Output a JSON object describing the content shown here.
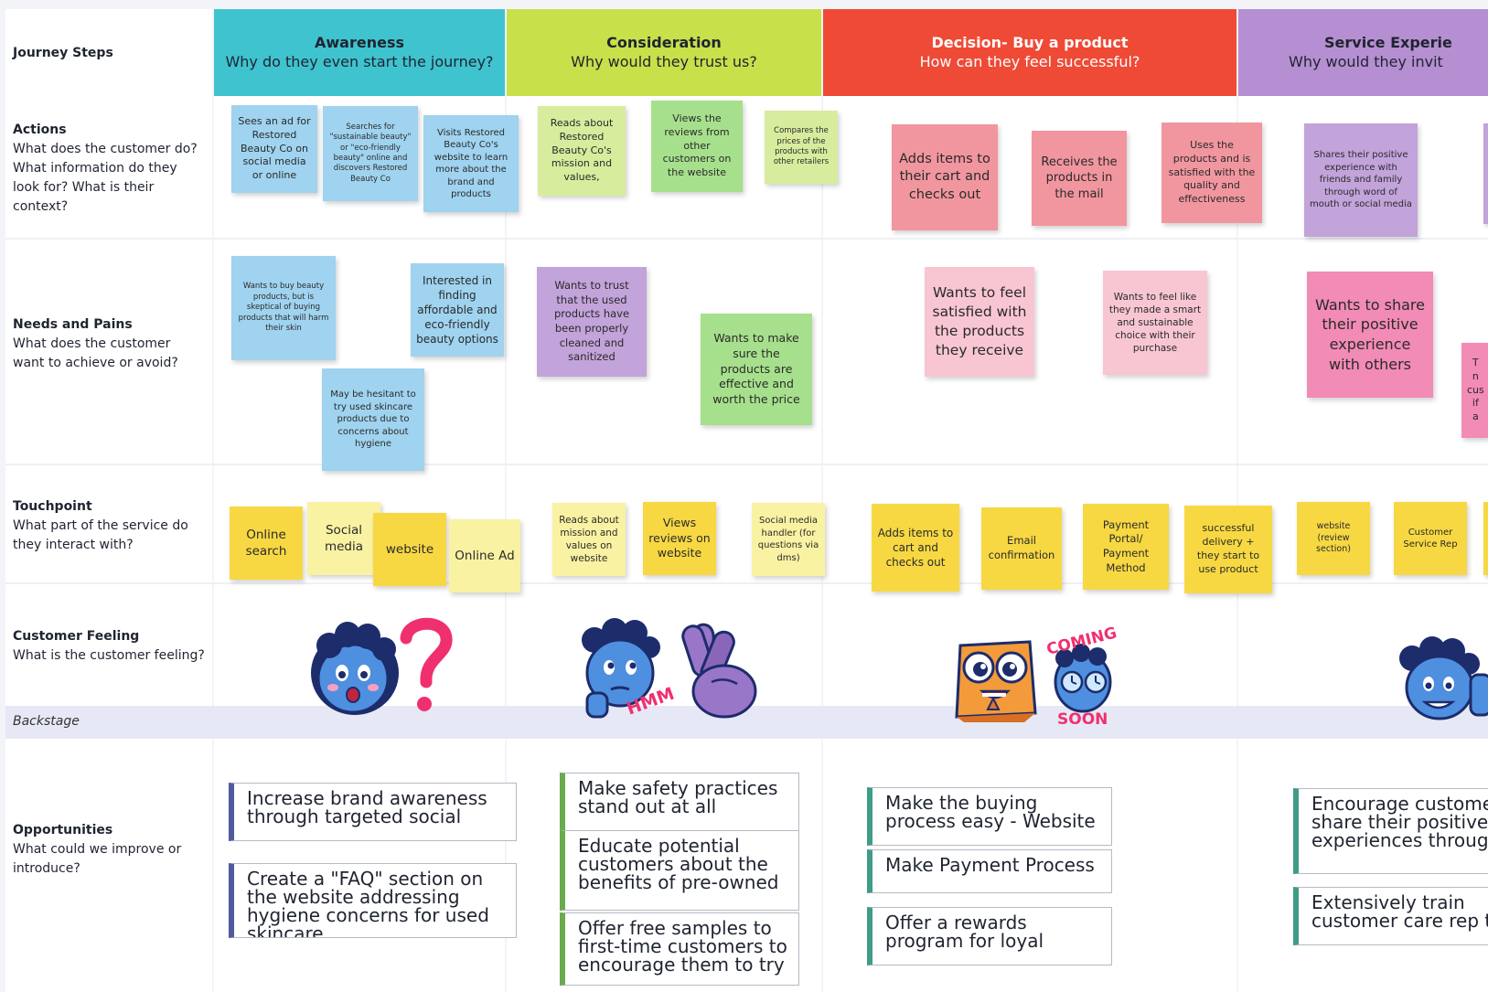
{
  "row_labels": {
    "journey": {
      "title": "Journey Steps"
    },
    "actions": {
      "title": "Actions",
      "desc": "What does the customer do? What information do they look for? What is their context?"
    },
    "needs": {
      "title": "Needs and Pains",
      "desc": "What does the customer want to achieve or avoid?"
    },
    "touchpoint": {
      "title": "Touchpoint",
      "desc": "What part of the service do they interact with?"
    },
    "feeling": {
      "title": "Customer Feeling",
      "desc": "What is the customer feeling?"
    },
    "backstage": "Backstage",
    "opportunities": {
      "title": "Opportunities",
      "desc": "What could we improve or introduce?"
    }
  },
  "stages": [
    {
      "name": "Awareness",
      "question": "Why do they even start the journey?",
      "color": "#3fc3cf"
    },
    {
      "name": "Consideration",
      "question": "Why would they trust us?",
      "color": "#c8e04a"
    },
    {
      "name": "Decision- Buy a product",
      "question": "How can they feel successful?",
      "color": "#ef4a36"
    },
    {
      "name": "Service Experie",
      "question": "Why would they invit",
      "color": "#b58fd1"
    }
  ],
  "actions": [
    "Sees an ad for Restored Beauty Co on social media or online",
    "Searches for \"sustainable beauty\" or \"eco-friendly beauty\" online and discovers Restored Beauty Co",
    "Visits Restored Beauty Co's website to learn more about the brand and products",
    "Reads about Restored Beauty Co's mission and values,",
    "Views the reviews from other customers on the website",
    "Compares the prices of the products with other retailers",
    "Adds items to their cart and checks out",
    "Receives the products in the mail",
    "Uses the products and is satisfied with the quality and effectiveness",
    "Shares their positive experience with friends and family through word of mouth or social media"
  ],
  "needs": [
    "Wants to buy beauty products, but is skeptical of buying products that will harm their skin",
    "Interested in finding affordable and eco-friendly beauty options",
    "May be hesitant to try used skincare products due to concerns about hygiene",
    "Wants to trust that the used products have been properly cleaned and sanitized",
    "Wants to make sure the products are effective and worth the price",
    "Wants to feel satisfied with the products they receive",
    "Wants to feel like they made a smart and sustainable choice with their purchase",
    "Wants to share their positive experience with others",
    "T\nn\ncus\nif\na"
  ],
  "touchpoints": [
    "Online search",
    "Social media",
    "website",
    "Online Ad",
    "Reads about mission and values on website",
    "Views reviews on website",
    "Social media handler (for questions via dms)",
    "Adds items to cart and checks out",
    "Email confirmation",
    "Payment Portal/ Payment Method",
    "successful delivery + they start to use product",
    "website (review section)",
    "Customer Service Rep"
  ],
  "feelings": [
    {
      "icon": "confused-face-question-mark-icon"
    },
    {
      "icon": "thinking-face-hmm-icon",
      "text": "HMM"
    },
    {
      "icon": "fingers-crossed-hand-icon"
    },
    {
      "icon": "excited-box-character-icon"
    },
    {
      "icon": "coming-soon-clock-icon",
      "text_top": "COMING",
      "text_bottom": "SOON"
    },
    {
      "icon": "thumbs-up-face-icon"
    }
  ],
  "opportunities": [
    "Increase brand awareness through targeted social",
    "Create a \"FAQ\" section on the website addressing hygiene concerns for used skincare",
    "Make safety practices stand out at all",
    "Educate potential customers about the benefits of pre-owned",
    "Offer free samples to first-time customers to encourage them to try",
    "Make the buying process easy - Website",
    "Make Payment Process",
    "Offer a rewards program for loyal",
    "Encourage customer share their positive experiences through",
    "Extensively train customer care rep to"
  ]
}
